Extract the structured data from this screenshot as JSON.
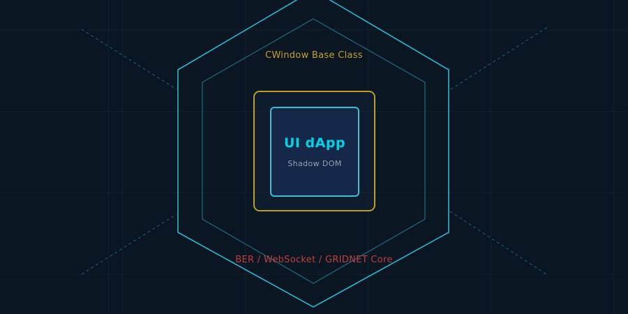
{
  "diagram": {
    "outer_hexagon_label": "CWindow Base Class",
    "bottom_label": "BER / WebSocket / GRIDNET Core",
    "center_box": {
      "title": "UI dApp",
      "subtitle": "Shadow DOM"
    },
    "colors": {
      "bg": "#0a1622",
      "hex_outer": "#2ab6d4",
      "hex_inner": "#1c6c82",
      "dashed_line": "#1f7e96",
      "gold": "#c09c22",
      "gold_text": "#c4a02a",
      "cyan_accent": "#00d2e8",
      "box_border": "#35c0d8",
      "box_fill": "#152849",
      "red": "#bf4040",
      "gray": "#93a0af"
    }
  }
}
